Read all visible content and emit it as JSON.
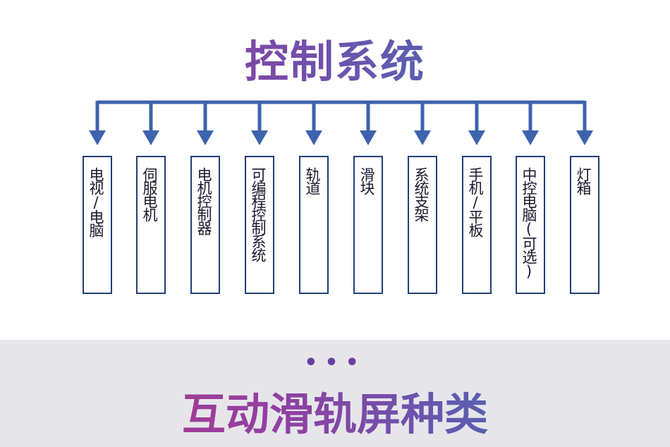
{
  "title": "控制系统",
  "nodes": [
    {
      "label": "电视/电脑"
    },
    {
      "label": "伺服电机"
    },
    {
      "label": "电机控制器"
    },
    {
      "label": "可编程控制系统"
    },
    {
      "label": "轨道"
    },
    {
      "label": "滑块"
    },
    {
      "label": "系统支架"
    },
    {
      "label": "手机/平板"
    },
    {
      "label": "中控电脑(可选)"
    },
    {
      "label": "灯箱"
    }
  ],
  "footer": {
    "dots": "•••",
    "title": "互动滑轨屏种类"
  },
  "colors": {
    "arrow": "#3d63ad",
    "box_border": "#1f3f7a",
    "footer_bg": "#e6e6ea"
  }
}
